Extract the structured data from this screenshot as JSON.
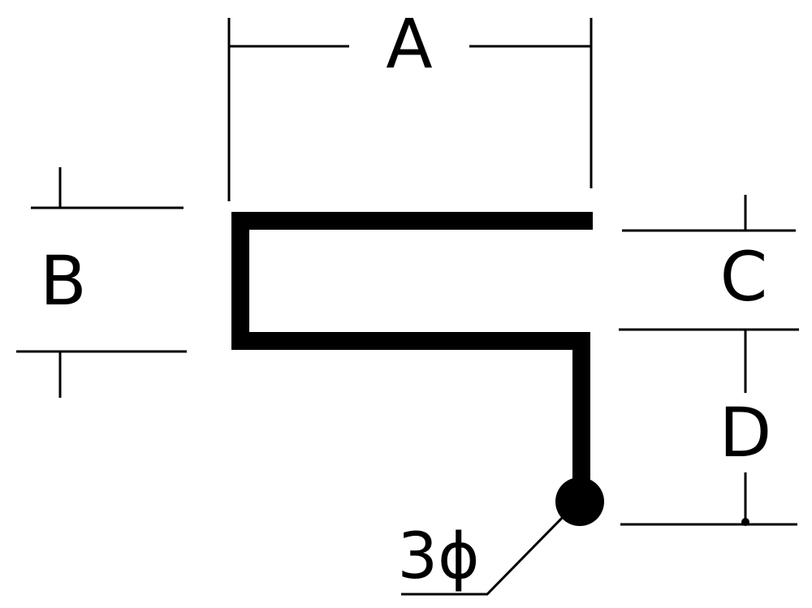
{
  "diagram": {
    "labels": {
      "a": "A",
      "b": "B",
      "c": "C",
      "d": "D",
      "diameter": "3ϕ"
    },
    "colors": {
      "ink": "#000000",
      "paper": "#ffffff"
    }
  }
}
